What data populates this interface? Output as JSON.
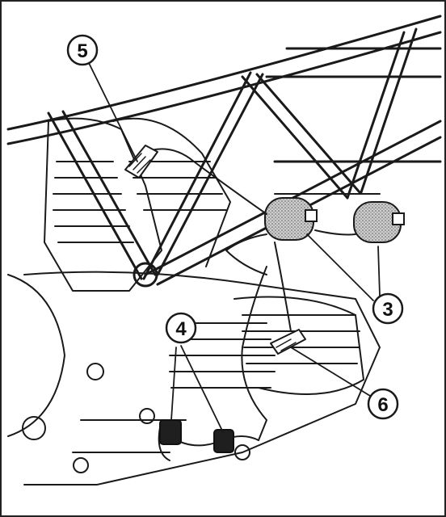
{
  "diagram": {
    "callouts": [
      {
        "id": "5",
        "label": "5"
      },
      {
        "id": "4",
        "label": "4"
      },
      {
        "id": "3",
        "label": "3"
      },
      {
        "id": "6",
        "label": "6"
      }
    ],
    "colors": {
      "ink": "#1a1a1a",
      "paper": "#ffffff",
      "stipple": "#7a7a7a"
    }
  }
}
